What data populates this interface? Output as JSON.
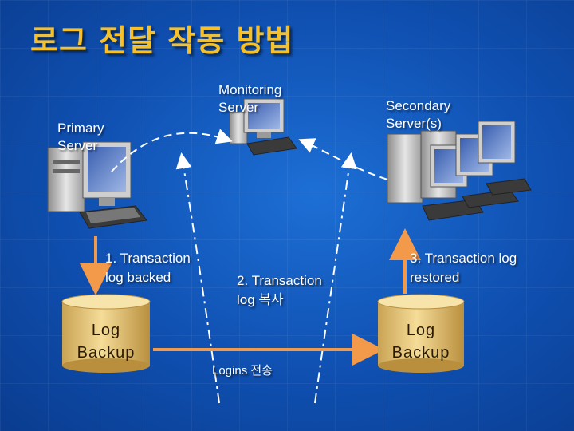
{
  "title": "로그 전달 작동 방법",
  "servers": {
    "primary_label": "Primary Server",
    "monitoring_label": "Monitoring Server",
    "secondary_label": "Secondary Server(s)"
  },
  "steps": {
    "step1": "1. Transaction log backed",
    "step2": "2. Transaction log 복사",
    "step3": "3. Transaction log restored"
  },
  "disks": {
    "left_label": "Log Backup",
    "right_label": "Log Backup"
  },
  "logins_label": "Logins 전송",
  "colors": {
    "title": "#f5c02a",
    "arrow": "#f39a4a",
    "disk": "#e8c87a",
    "background": "#1558c0"
  }
}
